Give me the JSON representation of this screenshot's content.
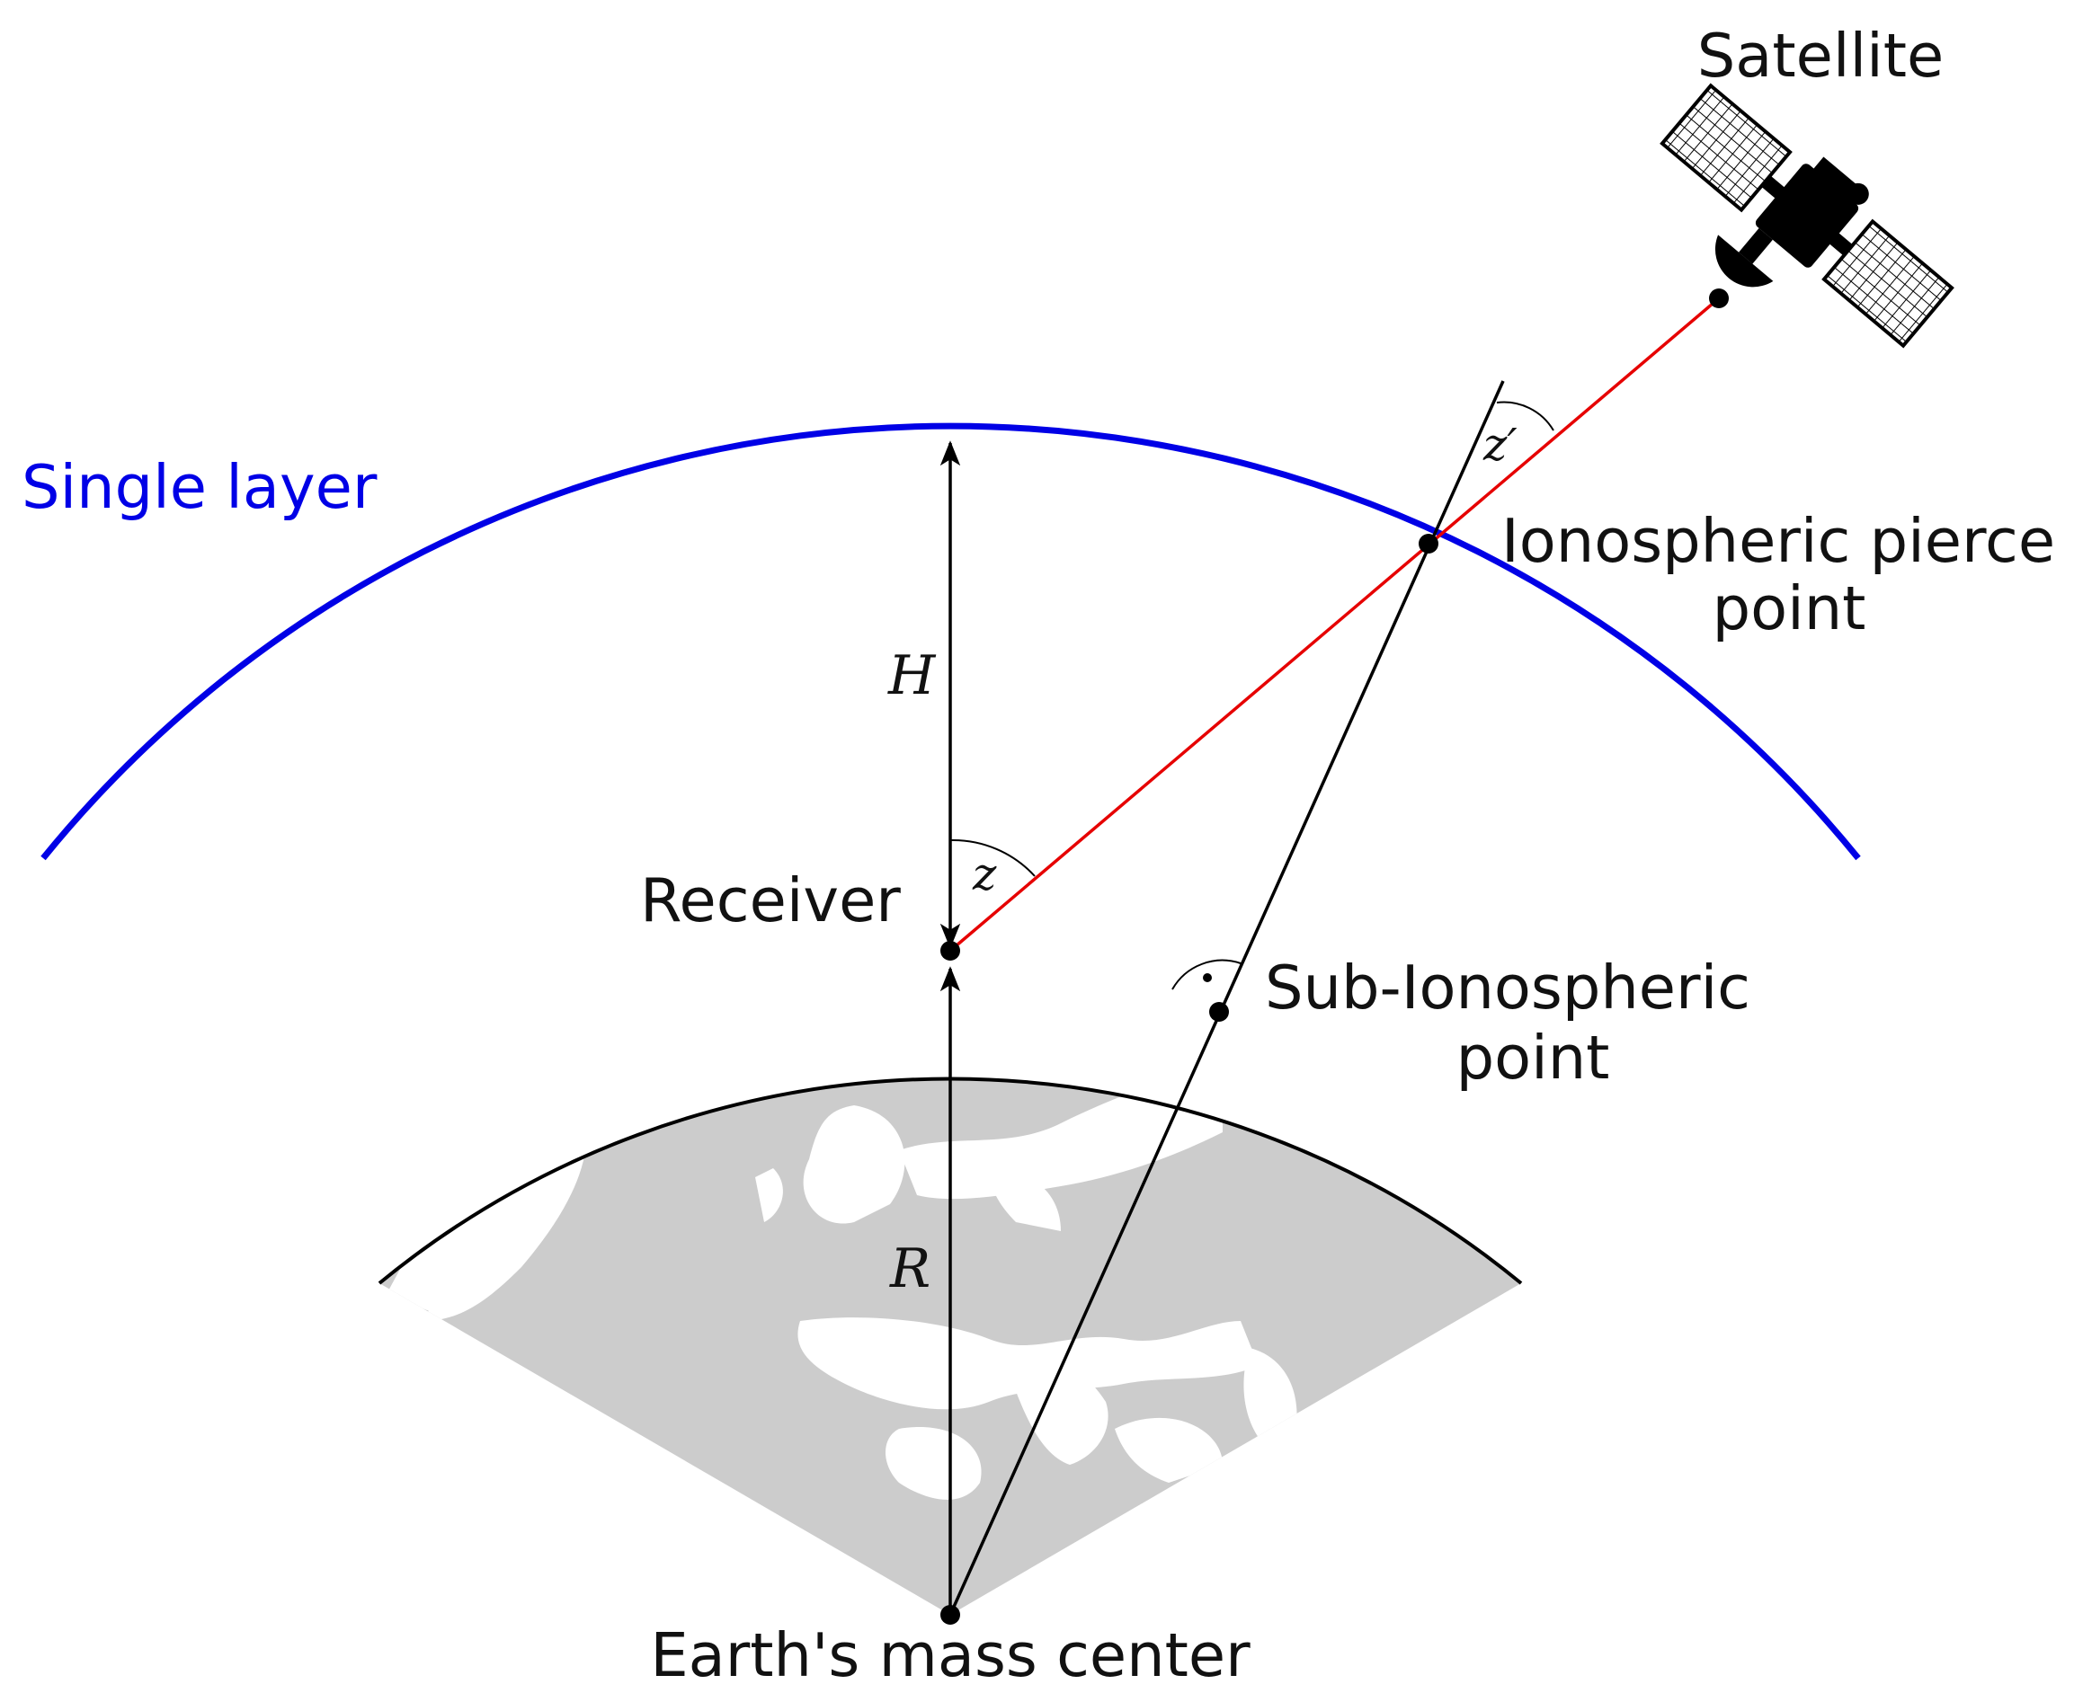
{
  "labels": {
    "satellite": "Satellite",
    "single_layer": "Single layer",
    "pierce_point_line1": "Ionospheric pierce",
    "pierce_point_line2": "point",
    "receiver": "Receiver",
    "sub_ionospheric_line1": "Sub-Ionospheric",
    "sub_ionospheric_line2": "point",
    "earth_center": "Earth's mass center"
  },
  "symbols": {
    "layer_height": "H",
    "earth_radius": "R",
    "zenith_angle": "z",
    "zenith_angle_at_ipp": "z′"
  },
  "colors": {
    "single_layer": "#0000e6",
    "signal_path": "#e60000",
    "earth_fill": "#cccccc",
    "land_fill": "#ffffff",
    "lines": "#000000"
  },
  "icons": {
    "satellite": "satellite-icon",
    "earth_map": "europe-map-silhouette"
  }
}
